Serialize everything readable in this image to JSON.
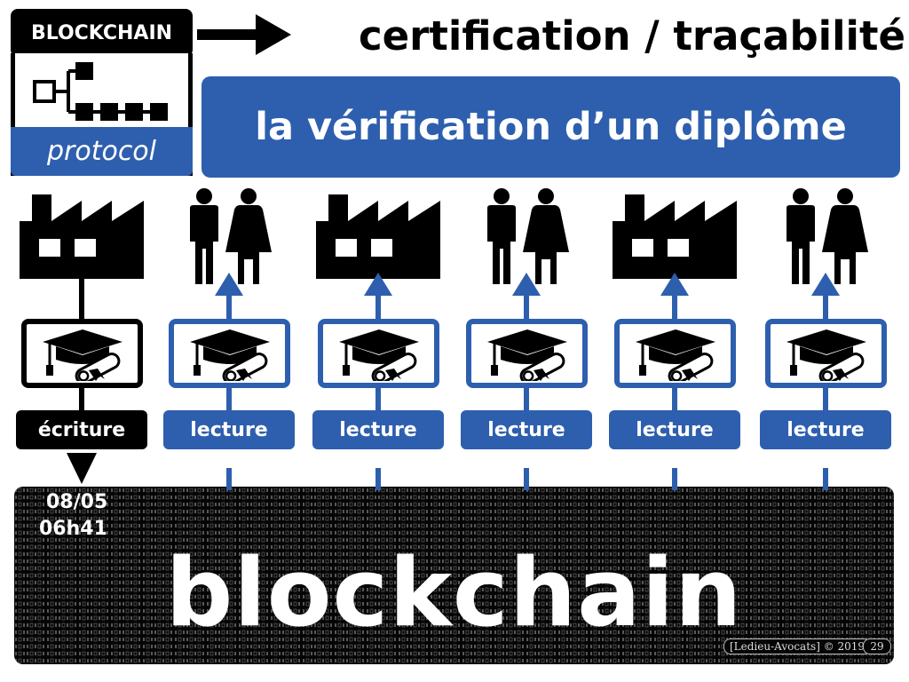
{
  "header": {
    "badge": "BLOCKCHAIN",
    "protocol": "protocol",
    "title": "certification / traçabilité",
    "banner": "la vérification d’un diplôme"
  },
  "columns": [
    {
      "entity": "factory-icon",
      "action": "écriture",
      "direction": "down",
      "color": "#000000"
    },
    {
      "entity": "people-icon",
      "action": "lecture",
      "direction": "up",
      "color": "#2E5FAE"
    },
    {
      "entity": "factory-icon",
      "action": "lecture",
      "direction": "up",
      "color": "#2E5FAE"
    },
    {
      "entity": "people-icon",
      "action": "lecture",
      "direction": "up",
      "color": "#2E5FAE"
    },
    {
      "entity": "factory-icon",
      "action": "lecture",
      "direction": "up",
      "color": "#2E5FAE"
    },
    {
      "entity": "people-icon",
      "action": "lecture",
      "direction": "up",
      "color": "#2E5FAE"
    }
  ],
  "blockchain": {
    "label": "blockchain",
    "date": "08/05",
    "time": "06h41"
  },
  "footer": {
    "source": "[Ledieu-Avocats] © 2019",
    "page": "29"
  },
  "colors": {
    "accent": "#2E5FAE",
    "dark": "#000000"
  }
}
